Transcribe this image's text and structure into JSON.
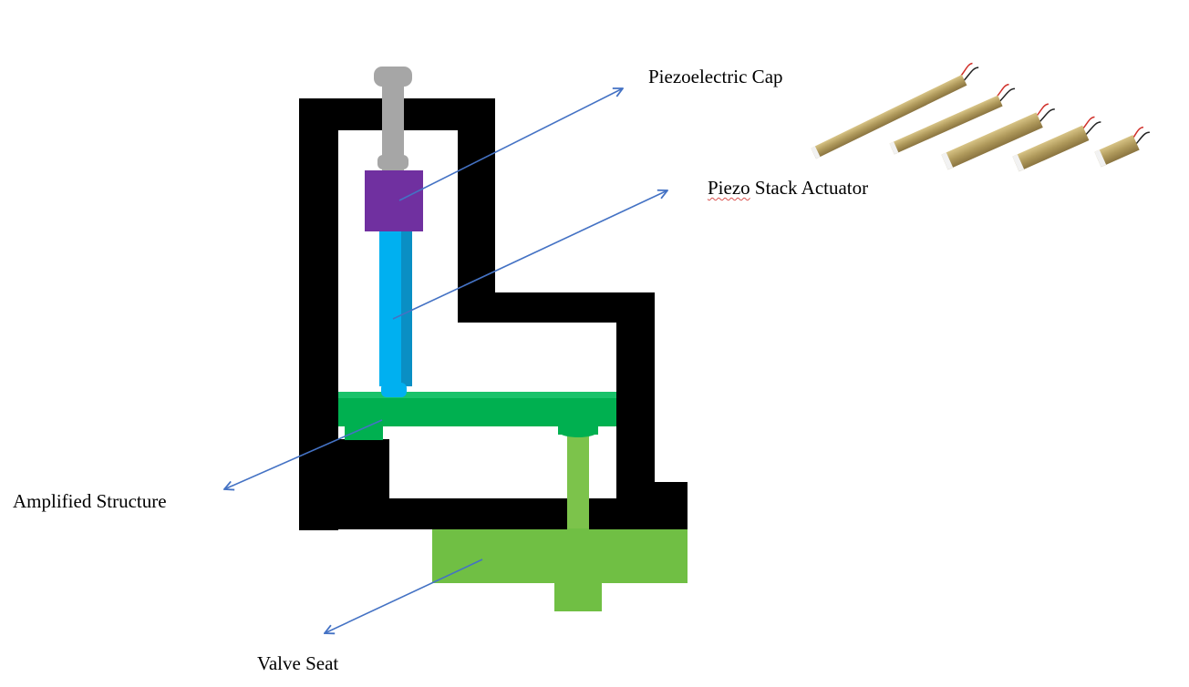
{
  "labels": {
    "piezo_cap": "Piezoelectric Cap",
    "piezo_stack_first": "Piezo",
    "piezo_stack_rest": " Stack Actuator",
    "amplified_structure": "Amplified Structure",
    "valve_seat": "Valve Seat"
  },
  "colors": {
    "frame": "#000000",
    "bolt": "#a6a6a6",
    "cap": "#7030a0",
    "stack": "#00b0f0",
    "stack_shadow": "#0a8fc4",
    "beam": "#00b050",
    "beam_top": "#19c26a",
    "valve_seat": "#70bf44",
    "valve_stem": "#7cc34b",
    "arrow": "#4472c4",
    "actuator_body": "#b8a46a",
    "actuator_end": "#f2f2f2",
    "wire_red": "#d0302a",
    "wire_black": "#222222"
  }
}
